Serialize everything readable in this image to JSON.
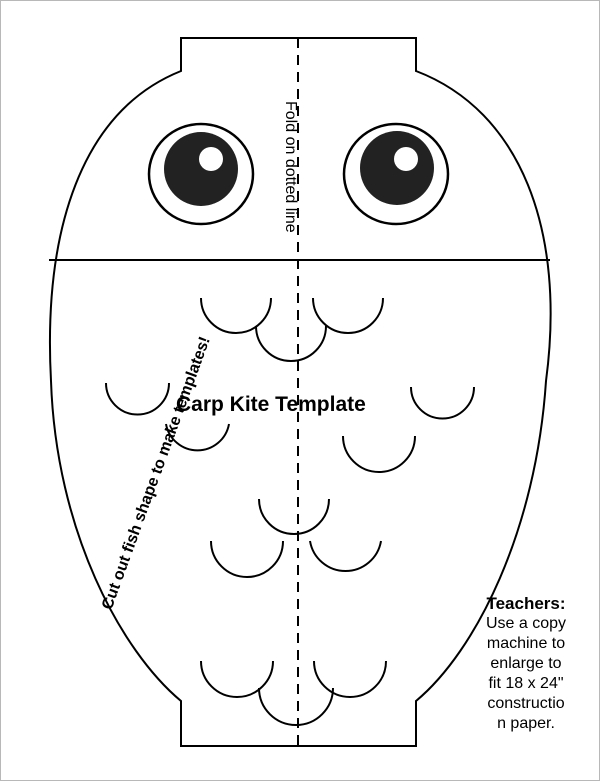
{
  "document": {
    "title": "Carp Kite Template",
    "fold_instruction": "Fold on dotted line",
    "cut_instruction": "Cut out fish shape to make templates!",
    "teachers_note": {
      "heading": "Teachers:",
      "lines": [
        "Use a copy",
        "machine to",
        "enlarge to",
        "fit 18 x 24\"",
        "constructio",
        "n paper."
      ]
    }
  },
  "icons": {
    "eye_left": "eye-icon",
    "eye_right": "eye-icon",
    "scales": "scale-arc-icon"
  }
}
